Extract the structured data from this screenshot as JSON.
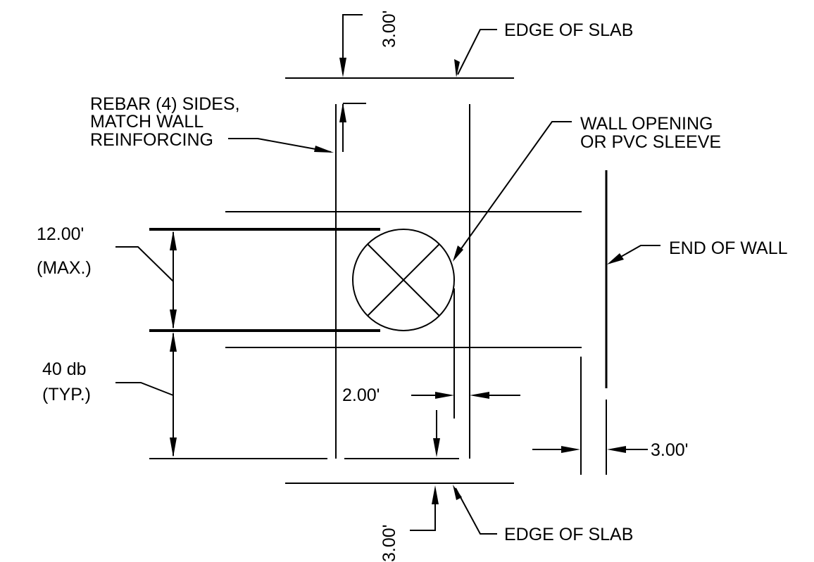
{
  "labels": {
    "edge_of_slab_top": "EDGE OF SLAB",
    "edge_of_slab_bottom": "EDGE OF SLAB",
    "rebar_line1": "REBAR (4) SIDES,",
    "rebar_line2": "MATCH WALL",
    "rebar_line3": "REINFORCING",
    "wall_opening_line1": "WALL OPENING",
    "wall_opening_line2": "OR PVC SLEEVE",
    "end_of_wall": "END OF WALL",
    "max_spacing_line1": "12.00'",
    "max_spacing_line2": "(MAX.)",
    "typ_len_line1": "40 db",
    "typ_len_line2": "(TYP.)"
  },
  "dimensions": {
    "top_clearance": "3.00'",
    "bottom_clearance": "3.00'",
    "opening_clearance": "2.00'",
    "wall_end_clearance": "3.00'"
  },
  "colors": {
    "ink": "#000000",
    "paper": "#ffffff"
  }
}
